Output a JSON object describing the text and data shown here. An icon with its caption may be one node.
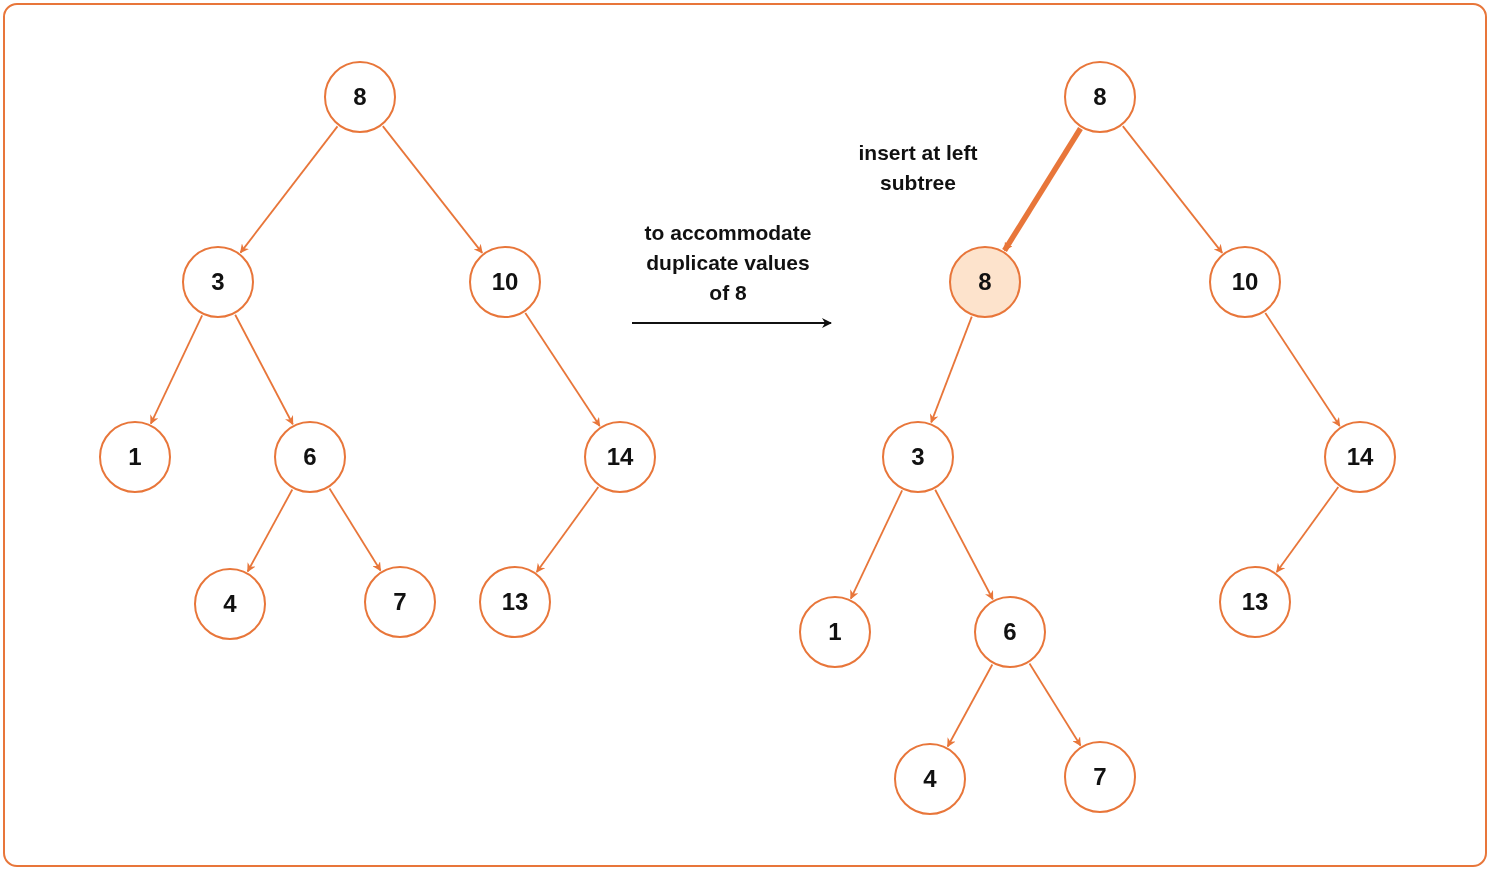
{
  "diagram": {
    "nodes": [
      {
        "text": [
          "8"
        ]
      },
      {
        "text": [
          "3"
        ]
      },
      {
        "text": [
          "10"
        ]
      },
      {
        "text": [
          "1"
        ]
      },
      {
        "text": [
          "6"
        ]
      },
      {
        "text": [
          "14"
        ]
      },
      {
        "text": [
          "4"
        ]
      },
      {
        "text": [
          "7"
        ]
      },
      {
        "text": [
          "13"
        ]
      },
      {
        "text": [
          "8"
        ]
      },
      {
        "text": [
          "8"
        ]
      },
      {
        "text": [
          "10"
        ]
      },
      {
        "text": [
          "3"
        ]
      },
      {
        "text": [
          "14"
        ]
      },
      {
        "text": [
          "1"
        ]
      },
      {
        "text": [
          "6"
        ]
      },
      {
        "text": [
          "13"
        ]
      },
      {
        "text": [
          "4"
        ]
      },
      {
        "text": [
          "7"
        ]
      }
    ],
    "edges": [
      {
        "from": 0,
        "to": 1,
        "arrow": "to"
      },
      {
        "from": 0,
        "to": 2,
        "arrow": "to"
      },
      {
        "from": 1,
        "to": 3,
        "arrow": "to"
      },
      {
        "from": 1,
        "to": 4,
        "arrow": "to"
      },
      {
        "from": 2,
        "to": 5,
        "arrow": "to"
      },
      {
        "from": 4,
        "to": 6,
        "arrow": "to"
      },
      {
        "from": 4,
        "to": 7,
        "arrow": "to"
      },
      {
        "from": 5,
        "to": 8,
        "arrow": "to"
      },
      {
        "from": 9,
        "to": 10,
        "arrow": "to",
        "style": "thick"
      },
      {
        "from": 9,
        "to": 11,
        "arrow": "to"
      },
      {
        "from": 10,
        "to": 12,
        "arrow": "to"
      },
      {
        "from": 11,
        "to": 13,
        "arrow": "to"
      },
      {
        "from": 12,
        "to": 14,
        "arrow": "to"
      },
      {
        "from": 12,
        "to": 15,
        "arrow": "to"
      },
      {
        "from": 13,
        "to": 16,
        "arrow": "to"
      },
      {
        "from": 15,
        "to": 17,
        "arrow": "to"
      },
      {
        "from": 15,
        "to": 18,
        "arrow": "to"
      }
    ],
    "labels": [
      "insert at left subtree",
      "to accommodate duplicate values of 8"
    ]
  }
}
